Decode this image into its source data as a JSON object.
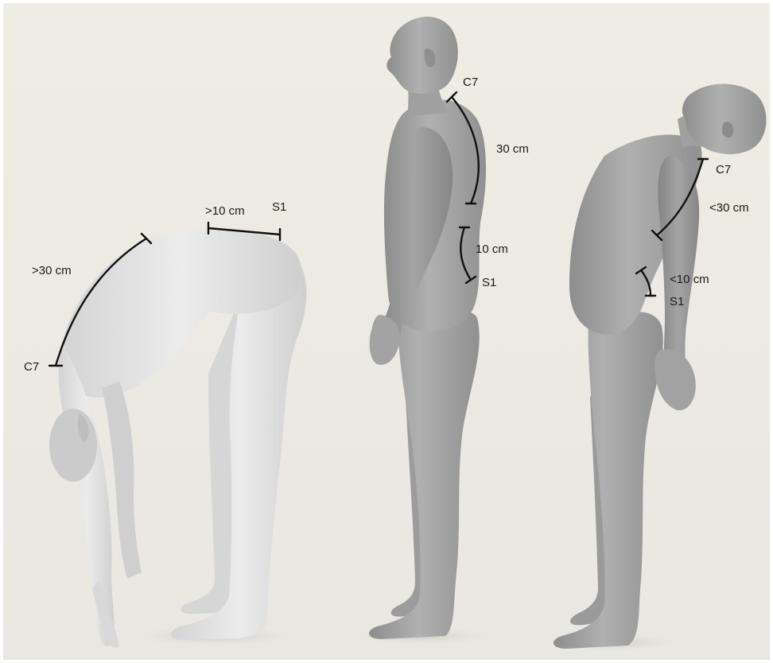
{
  "figures": [
    {
      "posture": "forward flexion",
      "labels": {
        "upper_segment": ">30 cm",
        "lower_segment": ">10 cm",
        "top_landmark": "C7",
        "bottom_landmark": "S1"
      }
    },
    {
      "posture": "neutral standing",
      "labels": {
        "upper_segment": "30 cm",
        "lower_segment": "10 cm",
        "top_landmark": "C7",
        "bottom_landmark": "S1"
      }
    },
    {
      "posture": "extension",
      "labels": {
        "upper_segment": "<30 cm",
        "lower_segment": "<10 cm",
        "top_landmark": "C7",
        "bottom_landmark": "S1"
      }
    }
  ],
  "colors": {
    "background": "#efece4",
    "body_light": "#e2e2e2",
    "body_mid": "#a6a6a6",
    "body_dark": "#8e8e8e",
    "line": "#111111"
  }
}
